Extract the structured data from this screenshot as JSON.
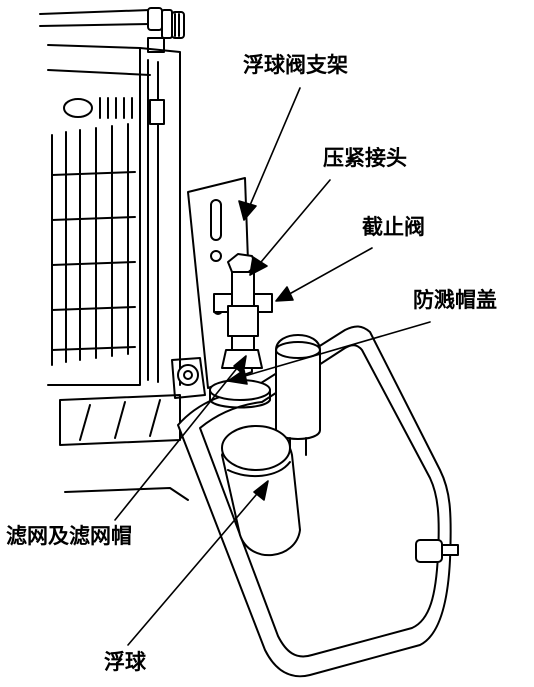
{
  "labels": {
    "float_valve_bracket": "浮球阀支架",
    "compression_fitting": "压紧接头",
    "stop_valve": "截止阀",
    "splash_cap": "防溅帽盖",
    "filter_and_cap": "滤网及滤网帽",
    "float_ball": "浮球"
  },
  "colors": {
    "line": "#000000",
    "background": "#ffffff"
  }
}
